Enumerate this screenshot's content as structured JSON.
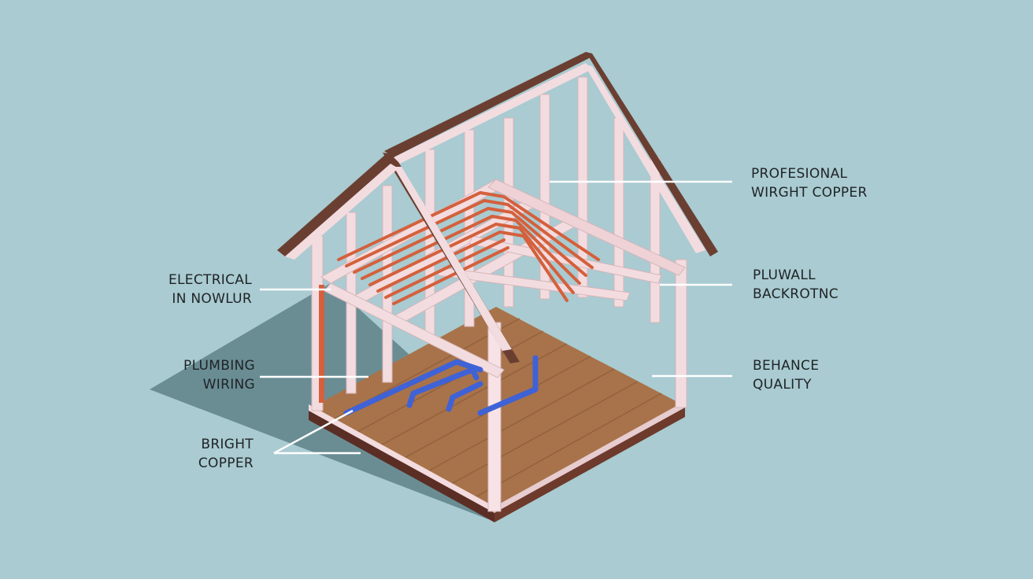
{
  "palette": {
    "background": "#a9cbd1",
    "frame": "#f3dcdf",
    "frame_shade": "#dcbcc1",
    "roof_edge": "#6a3f32",
    "floor": "#a8734a",
    "copper": "#d4603c",
    "plumbing": "#3f62d6",
    "shadow": "#5b7f86",
    "leader": "#ffffff"
  },
  "callouts": {
    "professional": {
      "line1": "PROFESIONAL",
      "line2": "WIRGHT COPPER"
    },
    "pluwall": {
      "line1": "PLUWALL",
      "line2": "BACKROTNC"
    },
    "behance": {
      "line1": "BEHANCE",
      "line2": "QUALITY"
    },
    "electrical": {
      "line1": "ELECTRICAL",
      "line2": "IN NOWLUR"
    },
    "plumbing": {
      "line1": "PLUMBING",
      "line2": "WIRING"
    },
    "copper": {
      "line1": "BRIGHT",
      "line2": "COPPER"
    }
  }
}
